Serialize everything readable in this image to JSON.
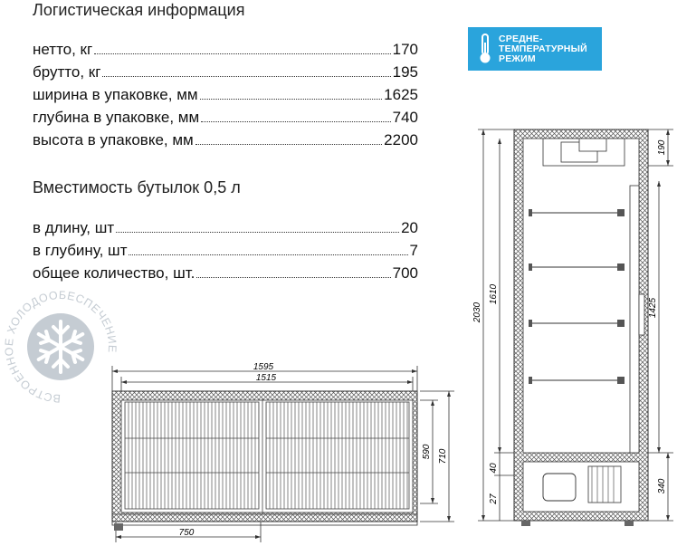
{
  "logistics": {
    "title": "Логистическая информация",
    "rows": [
      {
        "label": "нетто, кг",
        "value": "170"
      },
      {
        "label": "брутто, кг",
        "value": "195"
      },
      {
        "label": "ширина в упаковке, мм",
        "value": "1625"
      },
      {
        "label": "глубина в упаковке, мм",
        "value": "740"
      },
      {
        "label": "высота в упаковке, мм",
        "value": "2200"
      }
    ]
  },
  "capacity": {
    "title": "Вместимость бутылок 0,5 л",
    "rows": [
      {
        "label": "в длину, шт",
        "value": "20"
      },
      {
        "label": "в глубину, шт",
        "value": "7"
      },
      {
        "label": "общее количество, шт.",
        "value": "700"
      }
    ]
  },
  "badge": {
    "text": "СРЕДНЕ-\nТЕМПЕРАТУРНЫЙ\nРЕЖИМ",
    "icon": "thermometer-icon",
    "color": "#2aa4dc"
  },
  "seal": {
    "text": "ВСТРОЕННОЕ ХОЛОДООБЕСПЕЧЕНИЕ",
    "icon": "snowflake-icon",
    "color": "#c5ccd3"
  },
  "top_view": {
    "dims": {
      "outer_width": "1595",
      "inner_width": "1515",
      "half_width": "750",
      "inner_depth": "590",
      "outer_depth": "710"
    }
  },
  "side_view": {
    "dims": {
      "total_height": "2030",
      "inner_height": "1610",
      "top_unit": "190",
      "door_height": "1425",
      "base": "340",
      "d40": "40",
      "d27": "27"
    }
  }
}
